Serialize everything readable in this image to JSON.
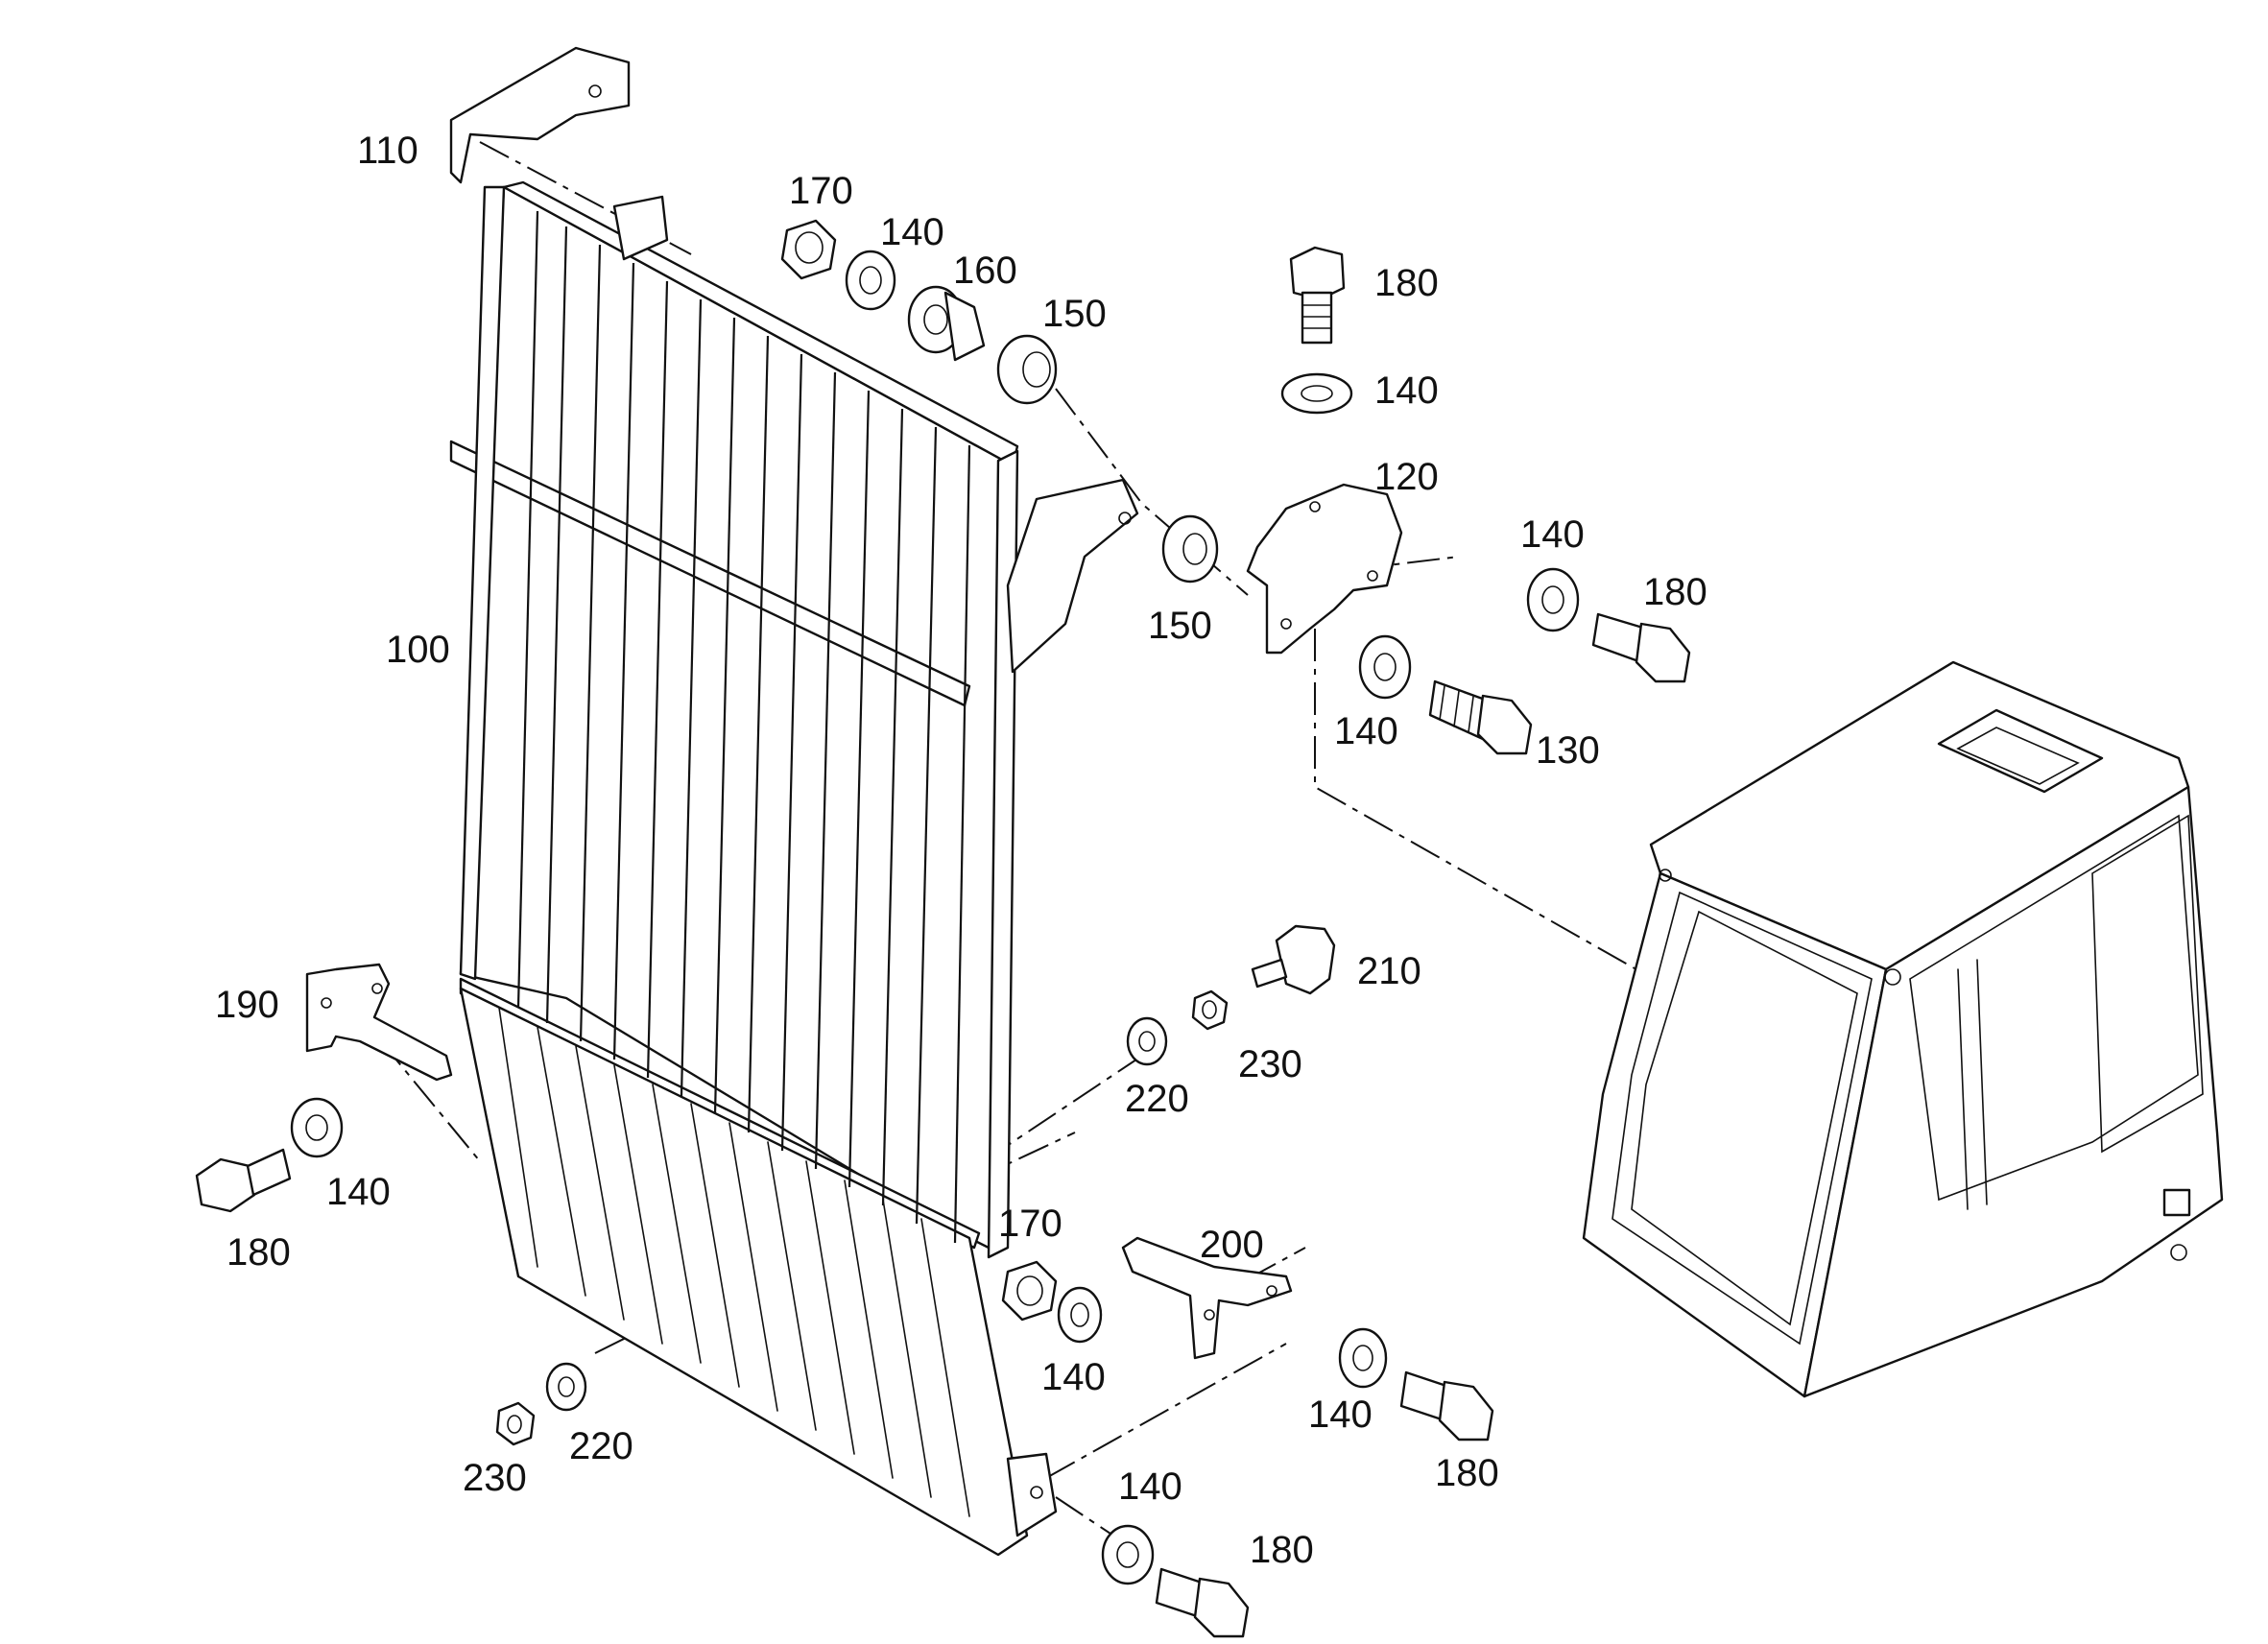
{
  "diagram": {
    "callouts": {
      "c110": "110",
      "c170_top": "170",
      "c140_top": "140",
      "c160": "160",
      "c150_top": "150",
      "c180_top": "180",
      "c140_bolt_top": "140",
      "c120": "120",
      "c140_right": "140",
      "c180_right": "180",
      "c100": "100",
      "c150_mid": "150",
      "c140_mid": "140",
      "c130": "130",
      "c190": "190",
      "c140_left": "140",
      "c180_left": "180",
      "c210": "210",
      "c220_mid": "220",
      "c230_mid": "230",
      "c170_low": "170",
      "c200": "200",
      "c140_low": "140",
      "c140_low_right": "140",
      "c180_low_right": "180",
      "c230_low": "230",
      "c220_low": "220",
      "c140_bottom": "140",
      "c180_bottom": "180"
    },
    "icons": {
      "guard": "front-guard-grille",
      "cab": "operator-cab",
      "bolt": "hex-bolt",
      "washer": "flat-washer",
      "nut": "hex-nut",
      "bushing": "flanged-bushing",
      "bumper": "rubber-bumper",
      "bracket": "mounting-bracket"
    }
  }
}
